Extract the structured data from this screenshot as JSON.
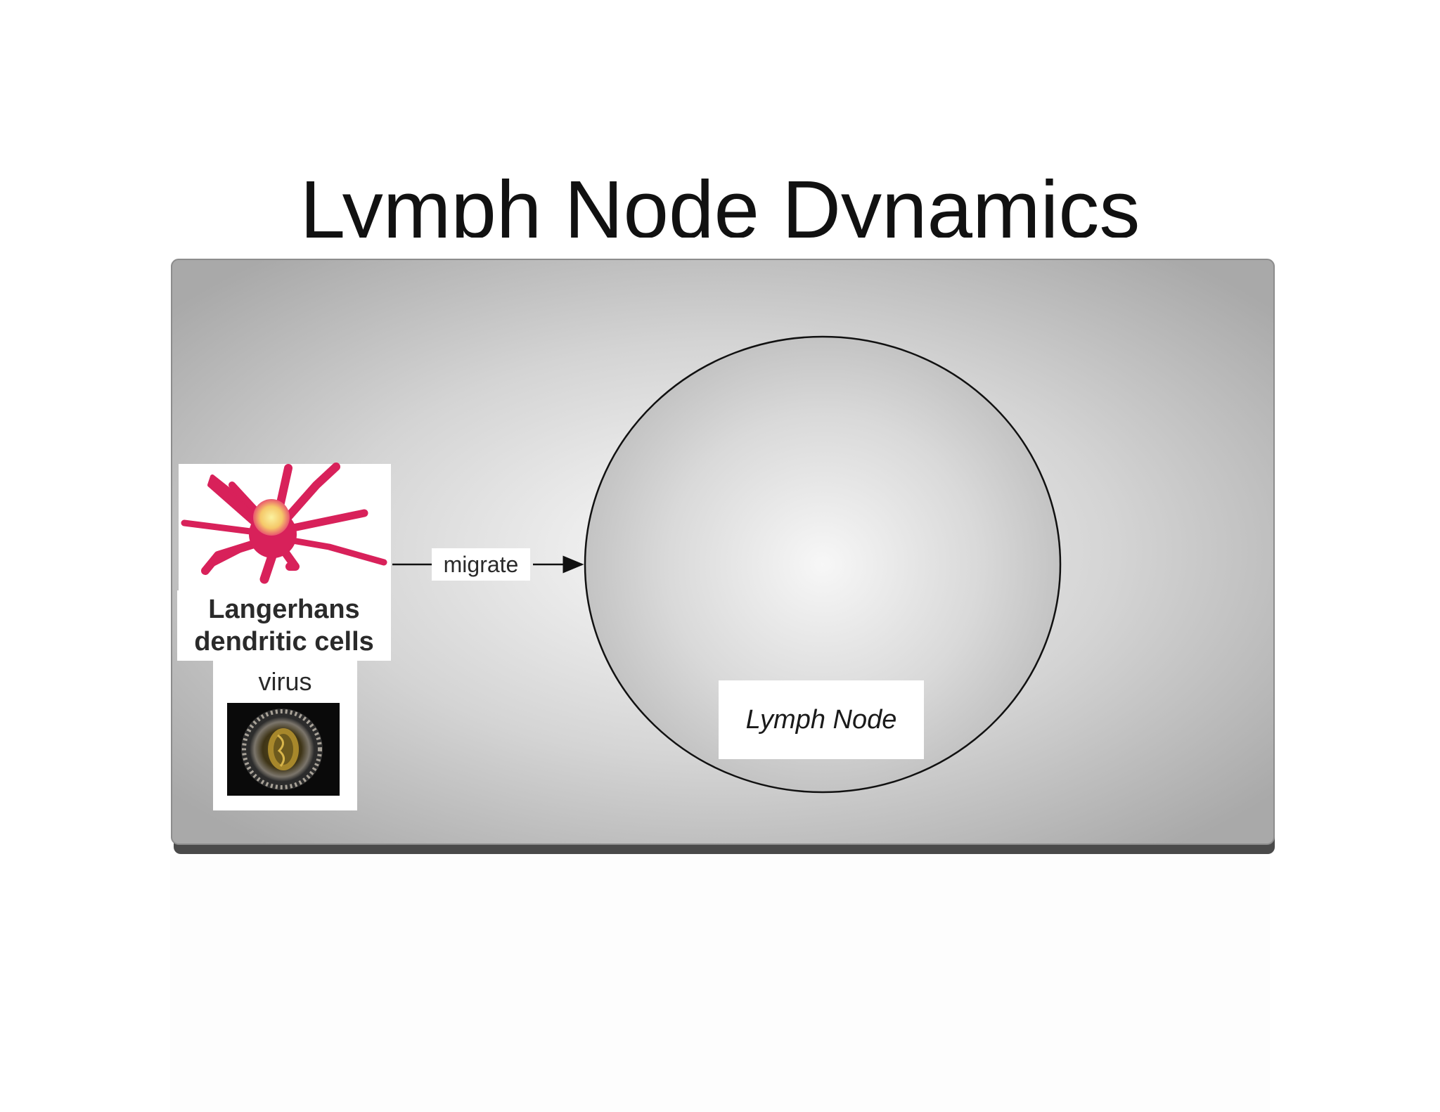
{
  "title": "Lymph Node Dynamics",
  "diagram": {
    "cell_label_line1": "Langerhans",
    "cell_label_line2": "dendritic cells",
    "virus_label": "virus",
    "arrow_label": "migrate",
    "node_label": "Lymph Node"
  },
  "colors": {
    "dendritic_cell": "#d8215a",
    "cell_nucleus": "#f7e07a",
    "panel_edge": "#9a9a9a",
    "node_outline": "#111111"
  },
  "icons": {
    "cell": "dendritic-cell-icon",
    "virus": "virus-icon",
    "arrow": "arrow-right-icon"
  }
}
